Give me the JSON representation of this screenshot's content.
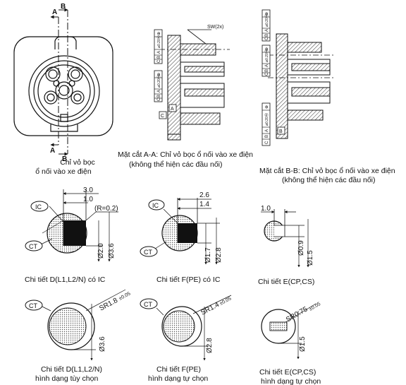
{
  "colors": {
    "ink": "#111111",
    "paper": "#ffffff",
    "hatch": "#444444"
  },
  "front_view": {
    "caption": [
      "Chỉ vỏ bọc",
      "ổ nối vào xe điện"
    ],
    "section_a": "A",
    "section_b": "B"
  },
  "section_aa": {
    "caption": [
      "Mặt cắt A-A: Chỉ vỏ bọc ổ nối vào xe điện",
      "(không thể hiện các đầu nối)"
    ],
    "callout": "SW(2x)",
    "frame_1": [
      "⊕",
      "⌀0.20Ⓜ",
      "A",
      "B",
      "C"
    ],
    "frame_2": [
      "⊕",
      "⌀0.20Ⓜ",
      "A",
      "B",
      "C"
    ],
    "label_a": "A",
    "label_c": "C"
  },
  "section_bb": {
    "caption": [
      "Mặt cắt B-B: Chỉ vỏ bọc ổ nối vào xe điện",
      "(không thể hiện các đầu nối)"
    ],
    "frame_1": [
      "⊕",
      "⌀0.20Ⓜ",
      "A",
      "B",
      "C"
    ],
    "frame_2": [
      "⊕",
      "⌀0.20Ⓜ",
      "A",
      "B",
      "C"
    ],
    "frame_3": [
      "⊕",
      "⌀0.20Ⓜ",
      "A",
      "B",
      "C"
    ],
    "label_b": "B"
  },
  "detail_d_ic": {
    "caption": "Chi tiết D(L1,L2/N) có IC",
    "ic": "IC",
    "ct": "CT",
    "dim_top": "3.0",
    "dim_mid": "1.0",
    "radius": "(R=0.2)",
    "dia_inner": "Ø2.0",
    "dia_outer": "Ø3.6"
  },
  "detail_f_ic": {
    "caption": "Chi tiết F(PE) có IC",
    "ic": "IC",
    "ct": "CT",
    "dim_top": "2.6",
    "dim_mid": "1.4",
    "dia_inner": "Ø1.7",
    "dia_outer": "Ø2.8"
  },
  "detail_e": {
    "caption": "Chi tiết E(CP,CS)",
    "dim_top": "1.0",
    "dia_inner": "Ø0.9",
    "dia_outer": "Ø1.5"
  },
  "detail_d_opt": {
    "caption": [
      "Chi tiết D(L1,L2/N)",
      "hình dạng tùy chọn"
    ],
    "ct": "CT",
    "radius": "SR1.8",
    "tol": "±0.05",
    "dia": "Ø3.6"
  },
  "detail_f_opt": {
    "caption": [
      "Chi tiết F(PE)",
      "hình dạng tự chọn"
    ],
    "ct": "CT",
    "radius": "SR1.4",
    "tol": "±0.05",
    "dia": "Ø2.8"
  },
  "detail_e_opt": {
    "caption": [
      "Chi tiết E(CP,CS)",
      "hình dạng tự chọn"
    ],
    "radius": "SR0.75",
    "tol": "±0.05",
    "dia": "Ø1.5"
  }
}
